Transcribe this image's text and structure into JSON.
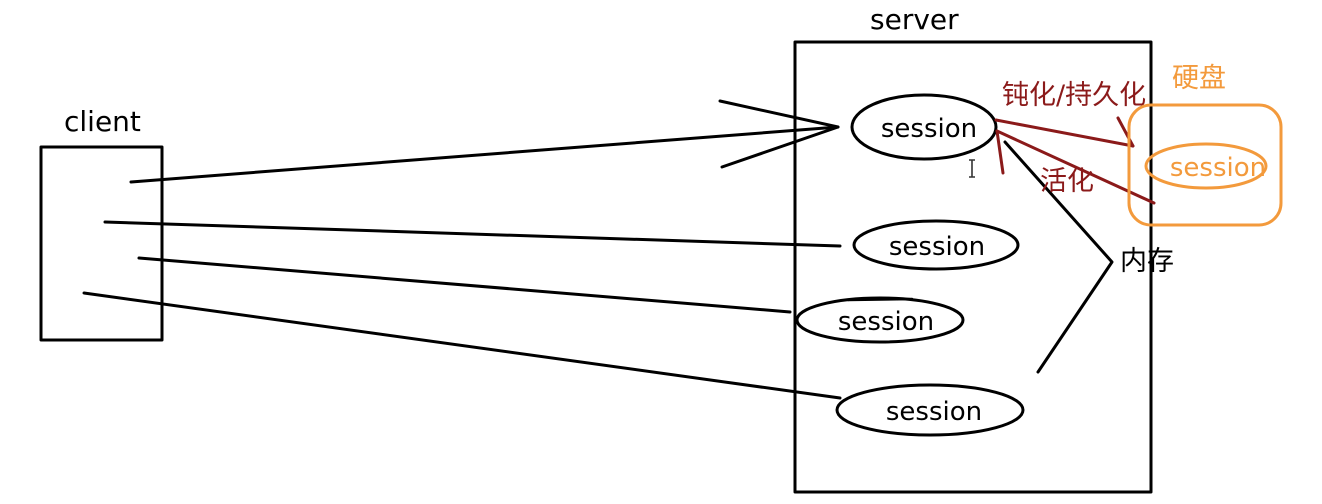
{
  "labels": {
    "client": "client",
    "server": "server",
    "passivation": "钝化/持久化",
    "activation": "活化",
    "disk": "硬盘",
    "memory": "内存"
  },
  "sessions": [
    "session",
    "session",
    "session",
    "session"
  ],
  "disk_session": "session",
  "colors": {
    "ink": "#000000",
    "arrow_red": "#8b1a1a",
    "disk_orange": "#f39a3c"
  }
}
